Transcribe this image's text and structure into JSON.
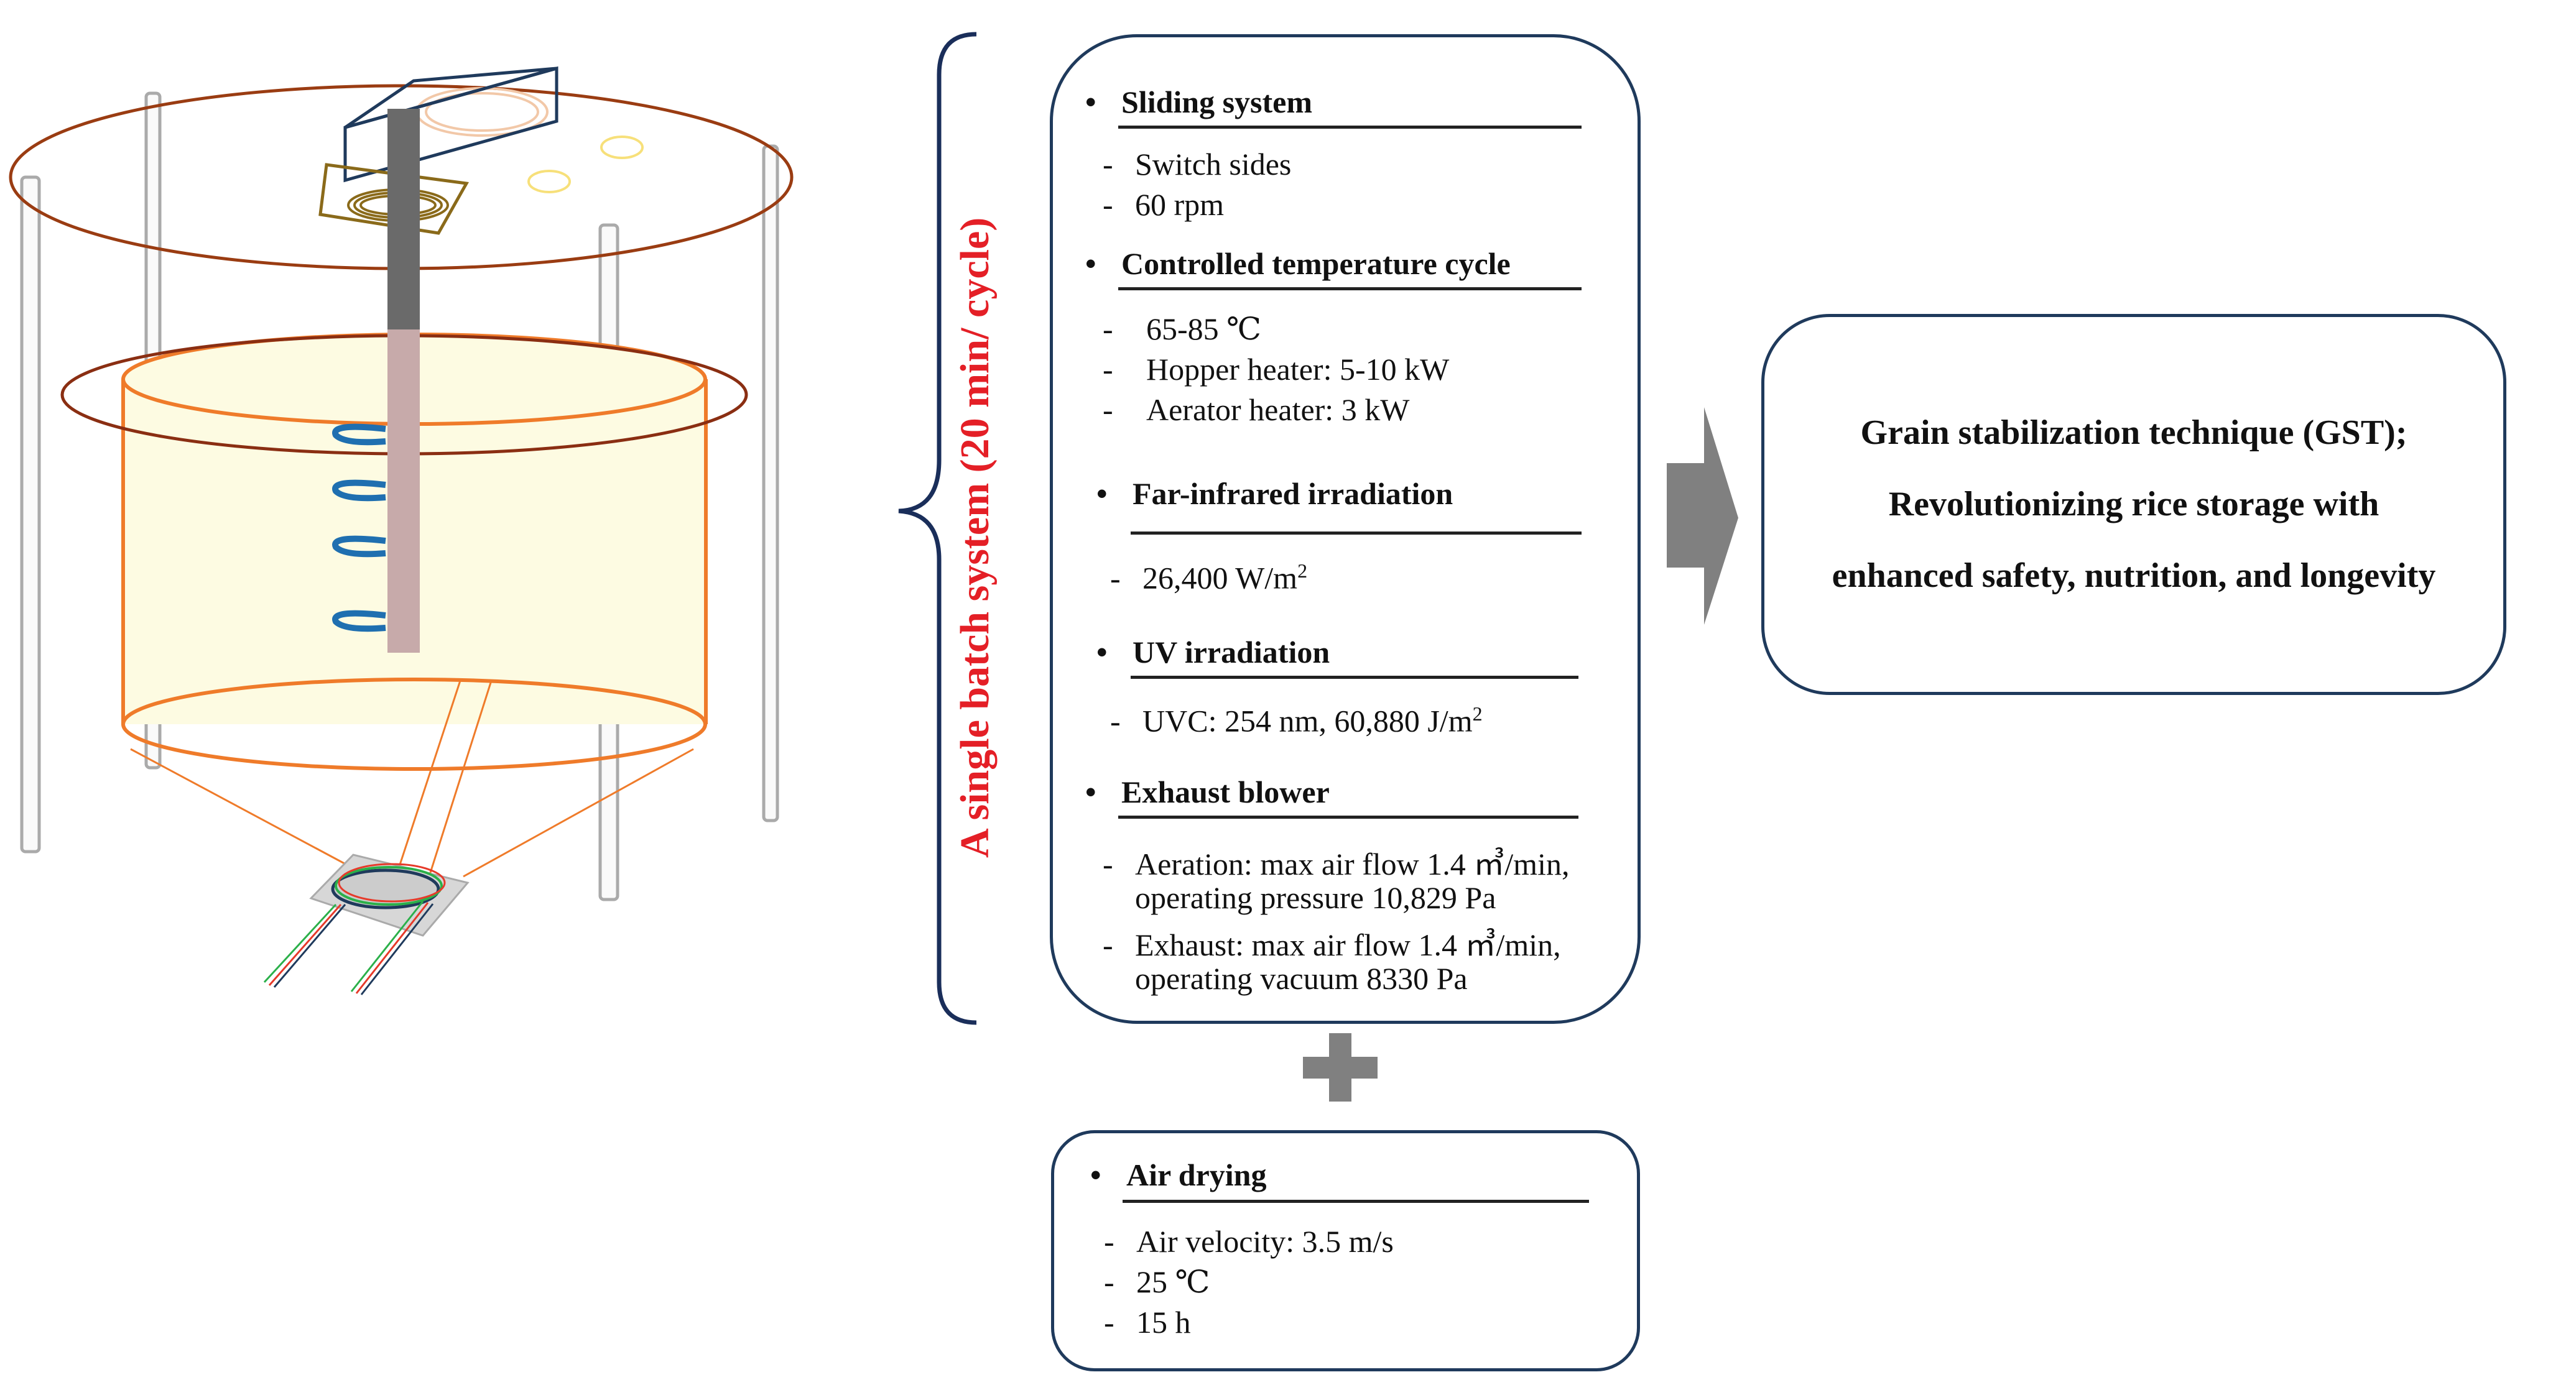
{
  "vertical_label": "A single batch system (20 min/ cycle)",
  "sections": [
    {
      "bullet": "•",
      "title": "Sliding system",
      "items": [
        "Switch sides",
        "60 rpm"
      ]
    },
    {
      "bullet": "•",
      "title": "Controlled temperature cycle",
      "items": [
        "65-85 ℃",
        "Hopper heater: 5-10 kW",
        "Aerator heater: 3 kW"
      ]
    },
    {
      "bullet": "•",
      "title": "Far-infrared irradiation",
      "items": [
        "26,400 W/m",
        "2"
      ]
    },
    {
      "bullet": "•",
      "title": "UV irradiation",
      "items": [
        "UVC: 254 nm, 60,880 J/m",
        "2"
      ]
    },
    {
      "bullet": "•",
      "title": "Exhaust blower",
      "items": [
        "Aeration: max air flow 1.4 ㎥/min,",
        "operating pressure 10,829 Pa",
        "Exhaust: max air flow 1.4 ㎥/min,",
        "operating vacuum 8330 Pa"
      ]
    }
  ],
  "drying": {
    "bullet": "•",
    "title": "Air drying",
    "items": [
      "Air velocity: 3.5 m/s",
      "25 ℃",
      "15 h"
    ]
  },
  "dash": "-",
  "gst_lines": [
    "Grain stabilization technique (GST);",
    "Revolutionizing rice storage with",
    "enhanced safety, nutrition, and longevity"
  ],
  "colors": {
    "accent_red": "#e41f26",
    "box_border": "#1f3a5c",
    "arrow_gray": "#808080",
    "brace_navy": "#1a2e5a"
  }
}
